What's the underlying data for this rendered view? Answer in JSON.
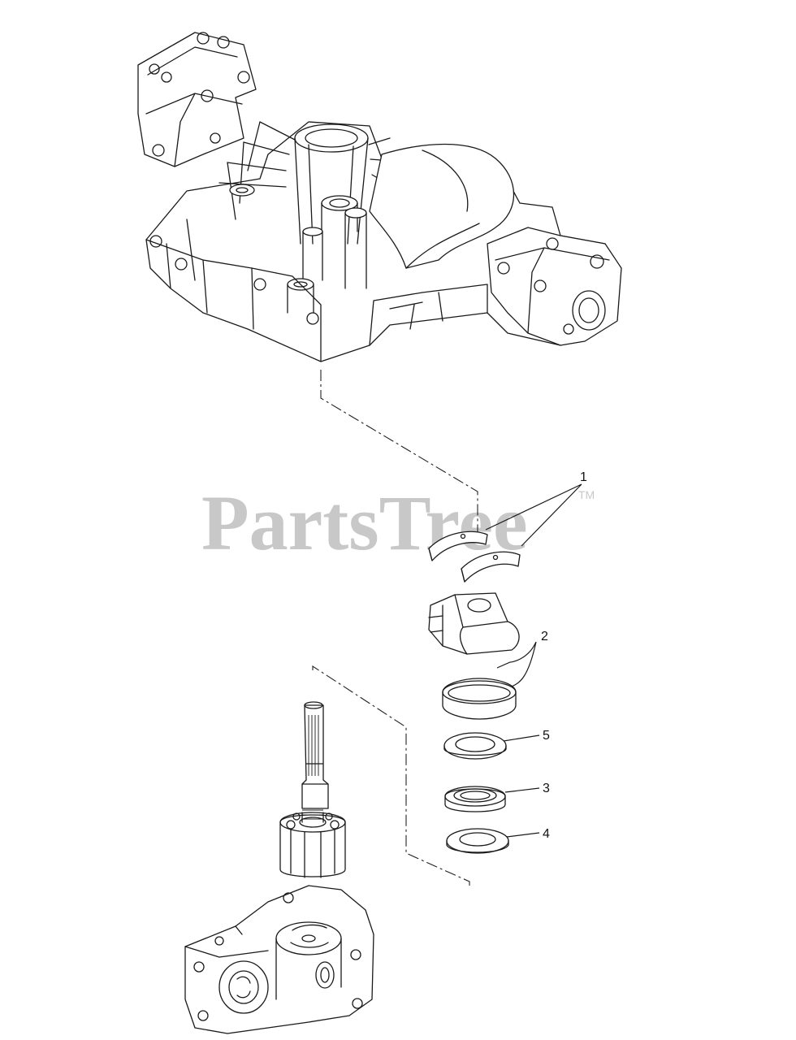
{
  "watermark": {
    "text": "PartsTree",
    "trademark": "TM",
    "color": "#c8c8c8"
  },
  "callouts": [
    {
      "id": "callout-1",
      "label": "1"
    },
    {
      "id": "callout-2",
      "label": "2"
    },
    {
      "id": "callout-5",
      "label": "5"
    },
    {
      "id": "callout-3",
      "label": "3"
    },
    {
      "id": "callout-4",
      "label": "4"
    }
  ]
}
